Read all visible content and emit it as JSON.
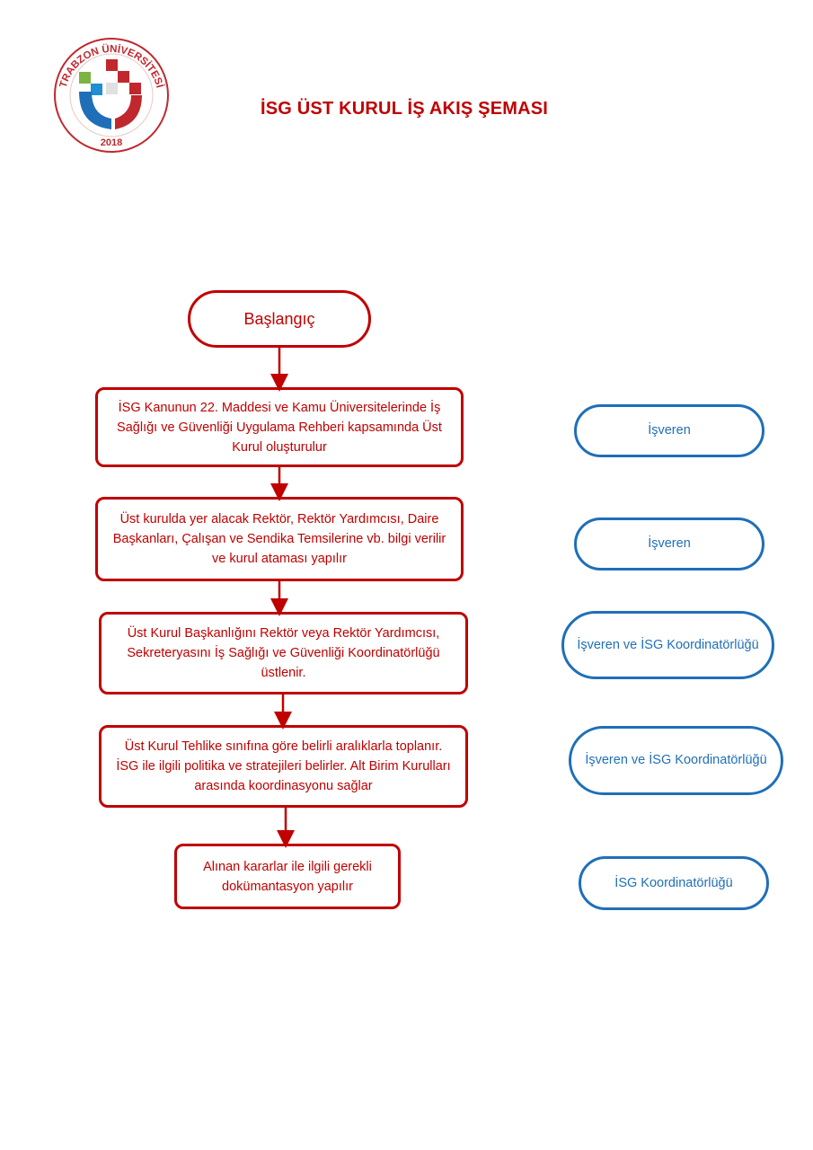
{
  "logo": {
    "text": "TRABZON ÜNİVERSİTESİ",
    "year": "2018",
    "colors": {
      "red": "#c0282d",
      "blue": "#1f6fb8",
      "green": "#7cb342",
      "ring": "#c0282d"
    }
  },
  "title": "İSG ÜST KURUL İŞ AKIŞ ŞEMASI",
  "flow": {
    "start_label": "Başlangıç",
    "steps": [
      {
        "text": "İSG Kanunun 22. Maddesi ve Kamu Üniversitelerinde İş Sağlığı ve Güvenliği Uygulama Rehberi kapsamında Üst Kurul oluşturulur"
      },
      {
        "text": "Üst kurulda yer alacak Rektör, Rektör Yardımcısı, Daire Başkanları, Çalışan ve Sendika Temsilerine vb. bilgi verilir ve kurul ataması yapılır"
      },
      {
        "text": "Üst Kurul Başkanlığını Rektör veya Rektör Yardımcısı, Sekreteryasını İş Sağlığı ve Güvenliği Koordinatörlüğü üstlenir."
      },
      {
        "text": "Üst Kurul Tehlike sınıfına göre belirli aralıklarla toplanır. İSG ile ilgili politika ve stratejileri belirler. Alt Birim Kurulları arasında koordinasyonu sağlar"
      },
      {
        "text": "Alınan kararlar ile ilgili gerekli dokümantasyon yapılır"
      }
    ],
    "responsibles": [
      {
        "text": "İşveren"
      },
      {
        "text": "İşveren"
      },
      {
        "text": "İşveren ve İSG Koordinatörlüğü"
      },
      {
        "text": "İşveren ve İSG Koordinatörlüğü"
      },
      {
        "text": "İSG Koordinatörlüğü"
      }
    ]
  },
  "colors": {
    "flow": "#c00000",
    "role": "#1f6fb8"
  }
}
